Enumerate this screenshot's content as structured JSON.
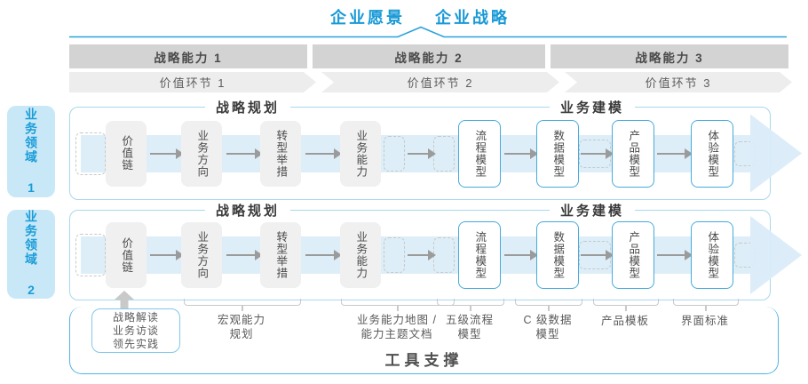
{
  "title": {
    "vision": "企业愿景",
    "strategy": "企业战略"
  },
  "capabilities": [
    "战略能力 1",
    "战略能力 2",
    "战略能力 3"
  ],
  "value_links": [
    "价值环节 1",
    "价值环节 2",
    "价值环节 3"
  ],
  "domains": [
    "业务领域 1",
    "业务领域 2"
  ],
  "row": {
    "planning_header": "战略规划",
    "modeling_header": "业务建模",
    "boxes": [
      "价值链",
      "业务方向",
      "转型举措",
      "业务能力",
      "流程模型",
      "数据模型",
      "产品模型",
      "体验模型"
    ]
  },
  "footer": {
    "practice_box": [
      "战略解读",
      "业务访谈",
      "领先实践"
    ],
    "annotations": [
      [
        "宏观能力",
        "规划"
      ],
      [
        "业务能力地图 /",
        "能力主题文档"
      ],
      [
        "五级流程",
        "模型"
      ],
      [
        "C 级数据",
        "模型"
      ],
      [
        "产品模板"
      ],
      [
        "界面标准"
      ]
    ],
    "tool_support": "工具支撑"
  },
  "colors": {
    "accent_blue": "#1899d6",
    "container_border": "#a8d8ee",
    "tool_border": "#54b4e2",
    "band_blue": "#ddeef8",
    "domain_bg": "#c9e8f7",
    "bar_gray": "#d3d3d3",
    "chevron_gray": "#ededed",
    "box_gray": "#f0f0f0",
    "box_blue_border": "#45abdc",
    "arrow_gray": "#9b9b9b"
  }
}
